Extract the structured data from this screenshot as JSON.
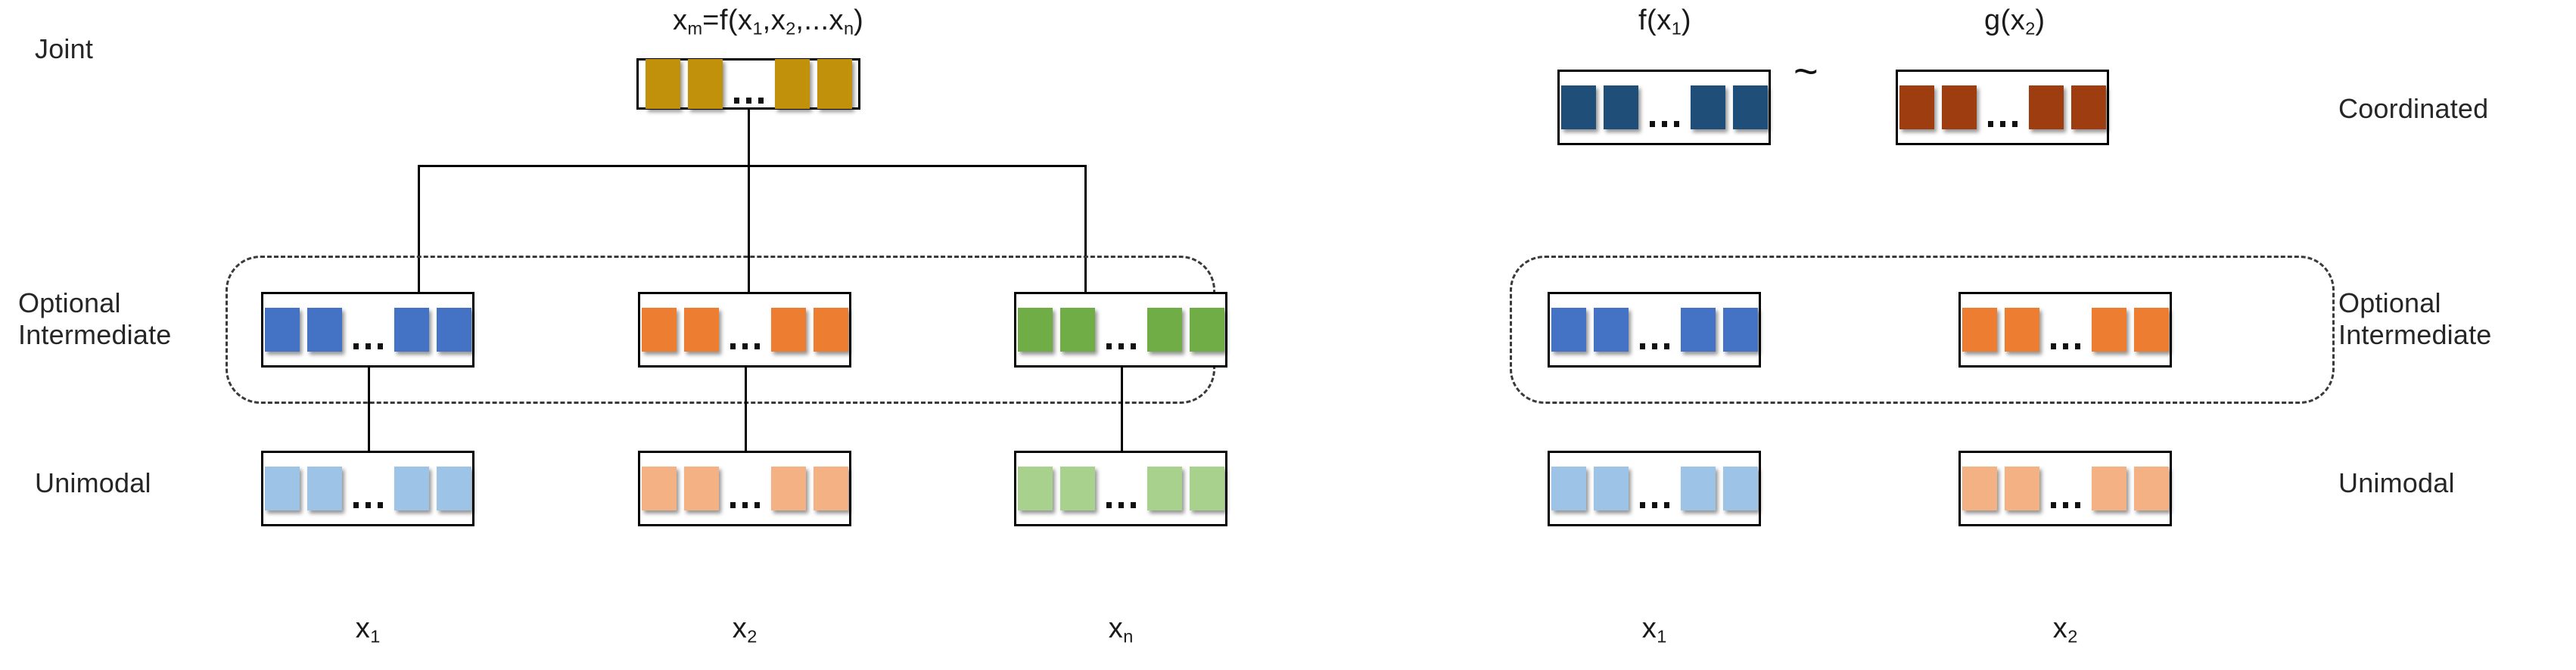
{
  "diagram": {
    "title_formula": "x",
    "colors": {
      "gold": "#C1910B",
      "blue": "#4472C4",
      "orange": "#ED7D31",
      "green": "#70AD47",
      "light_blue": "#9DC3E6",
      "light_orange": "#F4B183",
      "light_green": "#A9D18E",
      "dark_blue": "#1F4E79",
      "dark_rust": "#9E3D10",
      "outline": "#000000",
      "dashed": "#3A3A3A"
    }
  },
  "left_panel": {
    "row_labels": {
      "joint": "Joint",
      "optional_intermediate": "Optional\nIntermediate",
      "unimodal": "Unimodal"
    },
    "joint_formula": {
      "lhs": "x",
      "lhs_sub": "m",
      "eq": "=f(x",
      "s1": "1",
      "c1": ",x",
      "s2": "2",
      "dots": ",...x",
      "s3": "n",
      "close": ")",
      "plain": "xm=f(x1,x2,...xn)"
    },
    "joint_box": {
      "name": "joint-representation",
      "color": "#C1910B",
      "units": 4
    },
    "intermediate_boxes": [
      {
        "name": "intermediate-modality-1",
        "color": "#4472C4",
        "units": 4
      },
      {
        "name": "intermediate-modality-2",
        "color": "#ED7D31",
        "units": 4
      },
      {
        "name": "intermediate-modality-n",
        "color": "#70AD47",
        "units": 4
      }
    ],
    "unimodal_boxes": [
      {
        "name": "unimodal-modality-1",
        "color": "#9DC3E6",
        "units": 4
      },
      {
        "name": "unimodal-modality-2",
        "color": "#F4B183",
        "units": 4
      },
      {
        "name": "unimodal-modality-n",
        "color": "#A9D18E",
        "units": 4
      }
    ],
    "input_labels": [
      {
        "base": "x",
        "sub": "1",
        "plain": "x1"
      },
      {
        "base": "x",
        "sub": "2",
        "plain": "x2"
      },
      {
        "base": "x",
        "sub": "n",
        "plain": "xn"
      }
    ]
  },
  "right_panel": {
    "row_labels": {
      "coordinated": "Coordinated",
      "optional_intermediate": "Optional\nIntermediate",
      "unimodal": "Unimodal"
    },
    "top_formulas": [
      {
        "base": "f(x",
        "sub": "1",
        "close": ")",
        "plain": "f(x1)"
      },
      {
        "base": "g(x",
        "sub": "2",
        "close": ")",
        "plain": "g(x2)"
      }
    ],
    "similarity_symbol": "~",
    "coordinated_boxes": [
      {
        "name": "coordinated-representation-1",
        "color": "#1F4E79",
        "units": 4
      },
      {
        "name": "coordinated-representation-2",
        "color": "#9E3D10",
        "units": 4
      }
    ],
    "intermediate_boxes": [
      {
        "name": "intermediate-modality-1",
        "color": "#4472C4",
        "units": 4
      },
      {
        "name": "intermediate-modality-2",
        "color": "#ED7D31",
        "units": 4
      }
    ],
    "unimodal_boxes": [
      {
        "name": "unimodal-modality-1",
        "color": "#9DC3E6",
        "units": 4
      },
      {
        "name": "unimodal-modality-2",
        "color": "#F4B183",
        "units": 4
      }
    ],
    "input_labels": [
      {
        "base": "x",
        "sub": "1",
        "plain": "x1"
      },
      {
        "base": "x",
        "sub": "2",
        "plain": "x2"
      }
    ]
  }
}
